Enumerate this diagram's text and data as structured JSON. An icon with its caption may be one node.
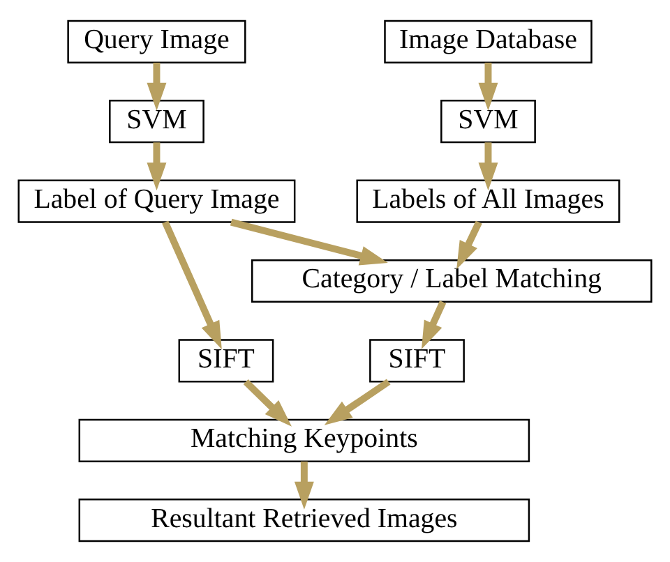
{
  "diagram": {
    "nodes": [
      {
        "text": [
          "Query Image"
        ]
      },
      {
        "text": [
          "Image Database"
        ]
      },
      {
        "text": [
          "SVM"
        ]
      },
      {
        "text": [
          "SVM"
        ]
      },
      {
        "text": [
          "Label of Query Image"
        ]
      },
      {
        "text": [
          "Labels of All Images"
        ]
      },
      {
        "text": [
          "Category / Label Matching"
        ]
      },
      {
        "text": [
          "SIFT"
        ]
      },
      {
        "text": [
          "SIFT"
        ]
      },
      {
        "text": [
          "Matching Keypoints"
        ]
      },
      {
        "text": [
          "Resultant Retrieved Images"
        ]
      }
    ],
    "edges": [
      {
        "from": 0,
        "to": 2,
        "arrow": "to"
      },
      {
        "from": 2,
        "to": 4,
        "arrow": "to"
      },
      {
        "from": 4,
        "to": 6,
        "arrow": "to"
      },
      {
        "from": 4,
        "to": 7,
        "arrow": "to"
      },
      {
        "from": 1,
        "to": 3,
        "arrow": "to"
      },
      {
        "from": 3,
        "to": 5,
        "arrow": "to"
      },
      {
        "from": 5,
        "to": 6,
        "arrow": "to"
      },
      {
        "from": 6,
        "to": 8,
        "arrow": "to"
      },
      {
        "from": 7,
        "to": 9,
        "arrow": "to"
      },
      {
        "from": 8,
        "to": 9,
        "arrow": "to"
      },
      {
        "from": 9,
        "to": 10,
        "arrow": "to"
      }
    ]
  }
}
